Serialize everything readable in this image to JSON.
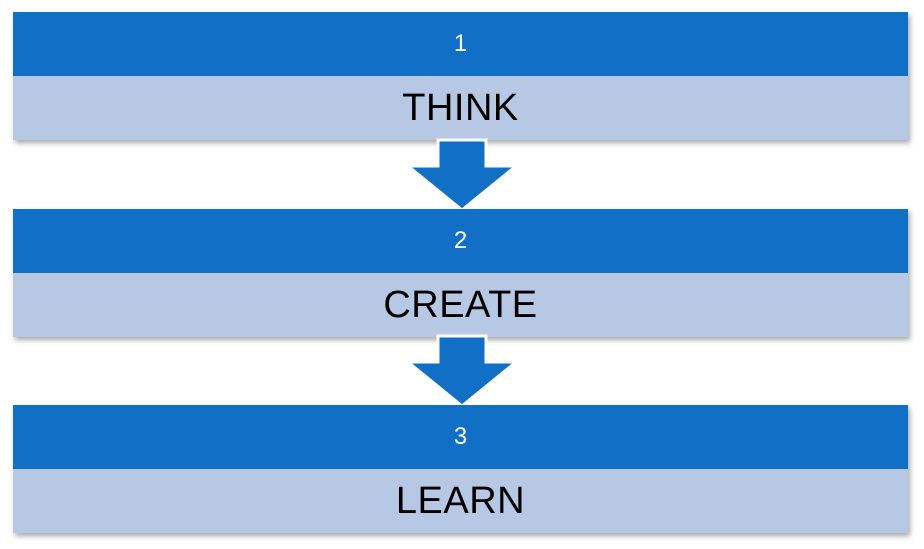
{
  "steps": [
    {
      "number": "1",
      "label": "THINK"
    },
    {
      "number": "2",
      "label": "CREATE"
    },
    {
      "number": "3",
      "label": "LEARN"
    }
  ],
  "colors": {
    "header_blue": "#1170c6",
    "label_band": "#b7c8e5",
    "arrow_blue": "#1170c6"
  },
  "icons": {
    "connector": "down-arrow-icon"
  }
}
